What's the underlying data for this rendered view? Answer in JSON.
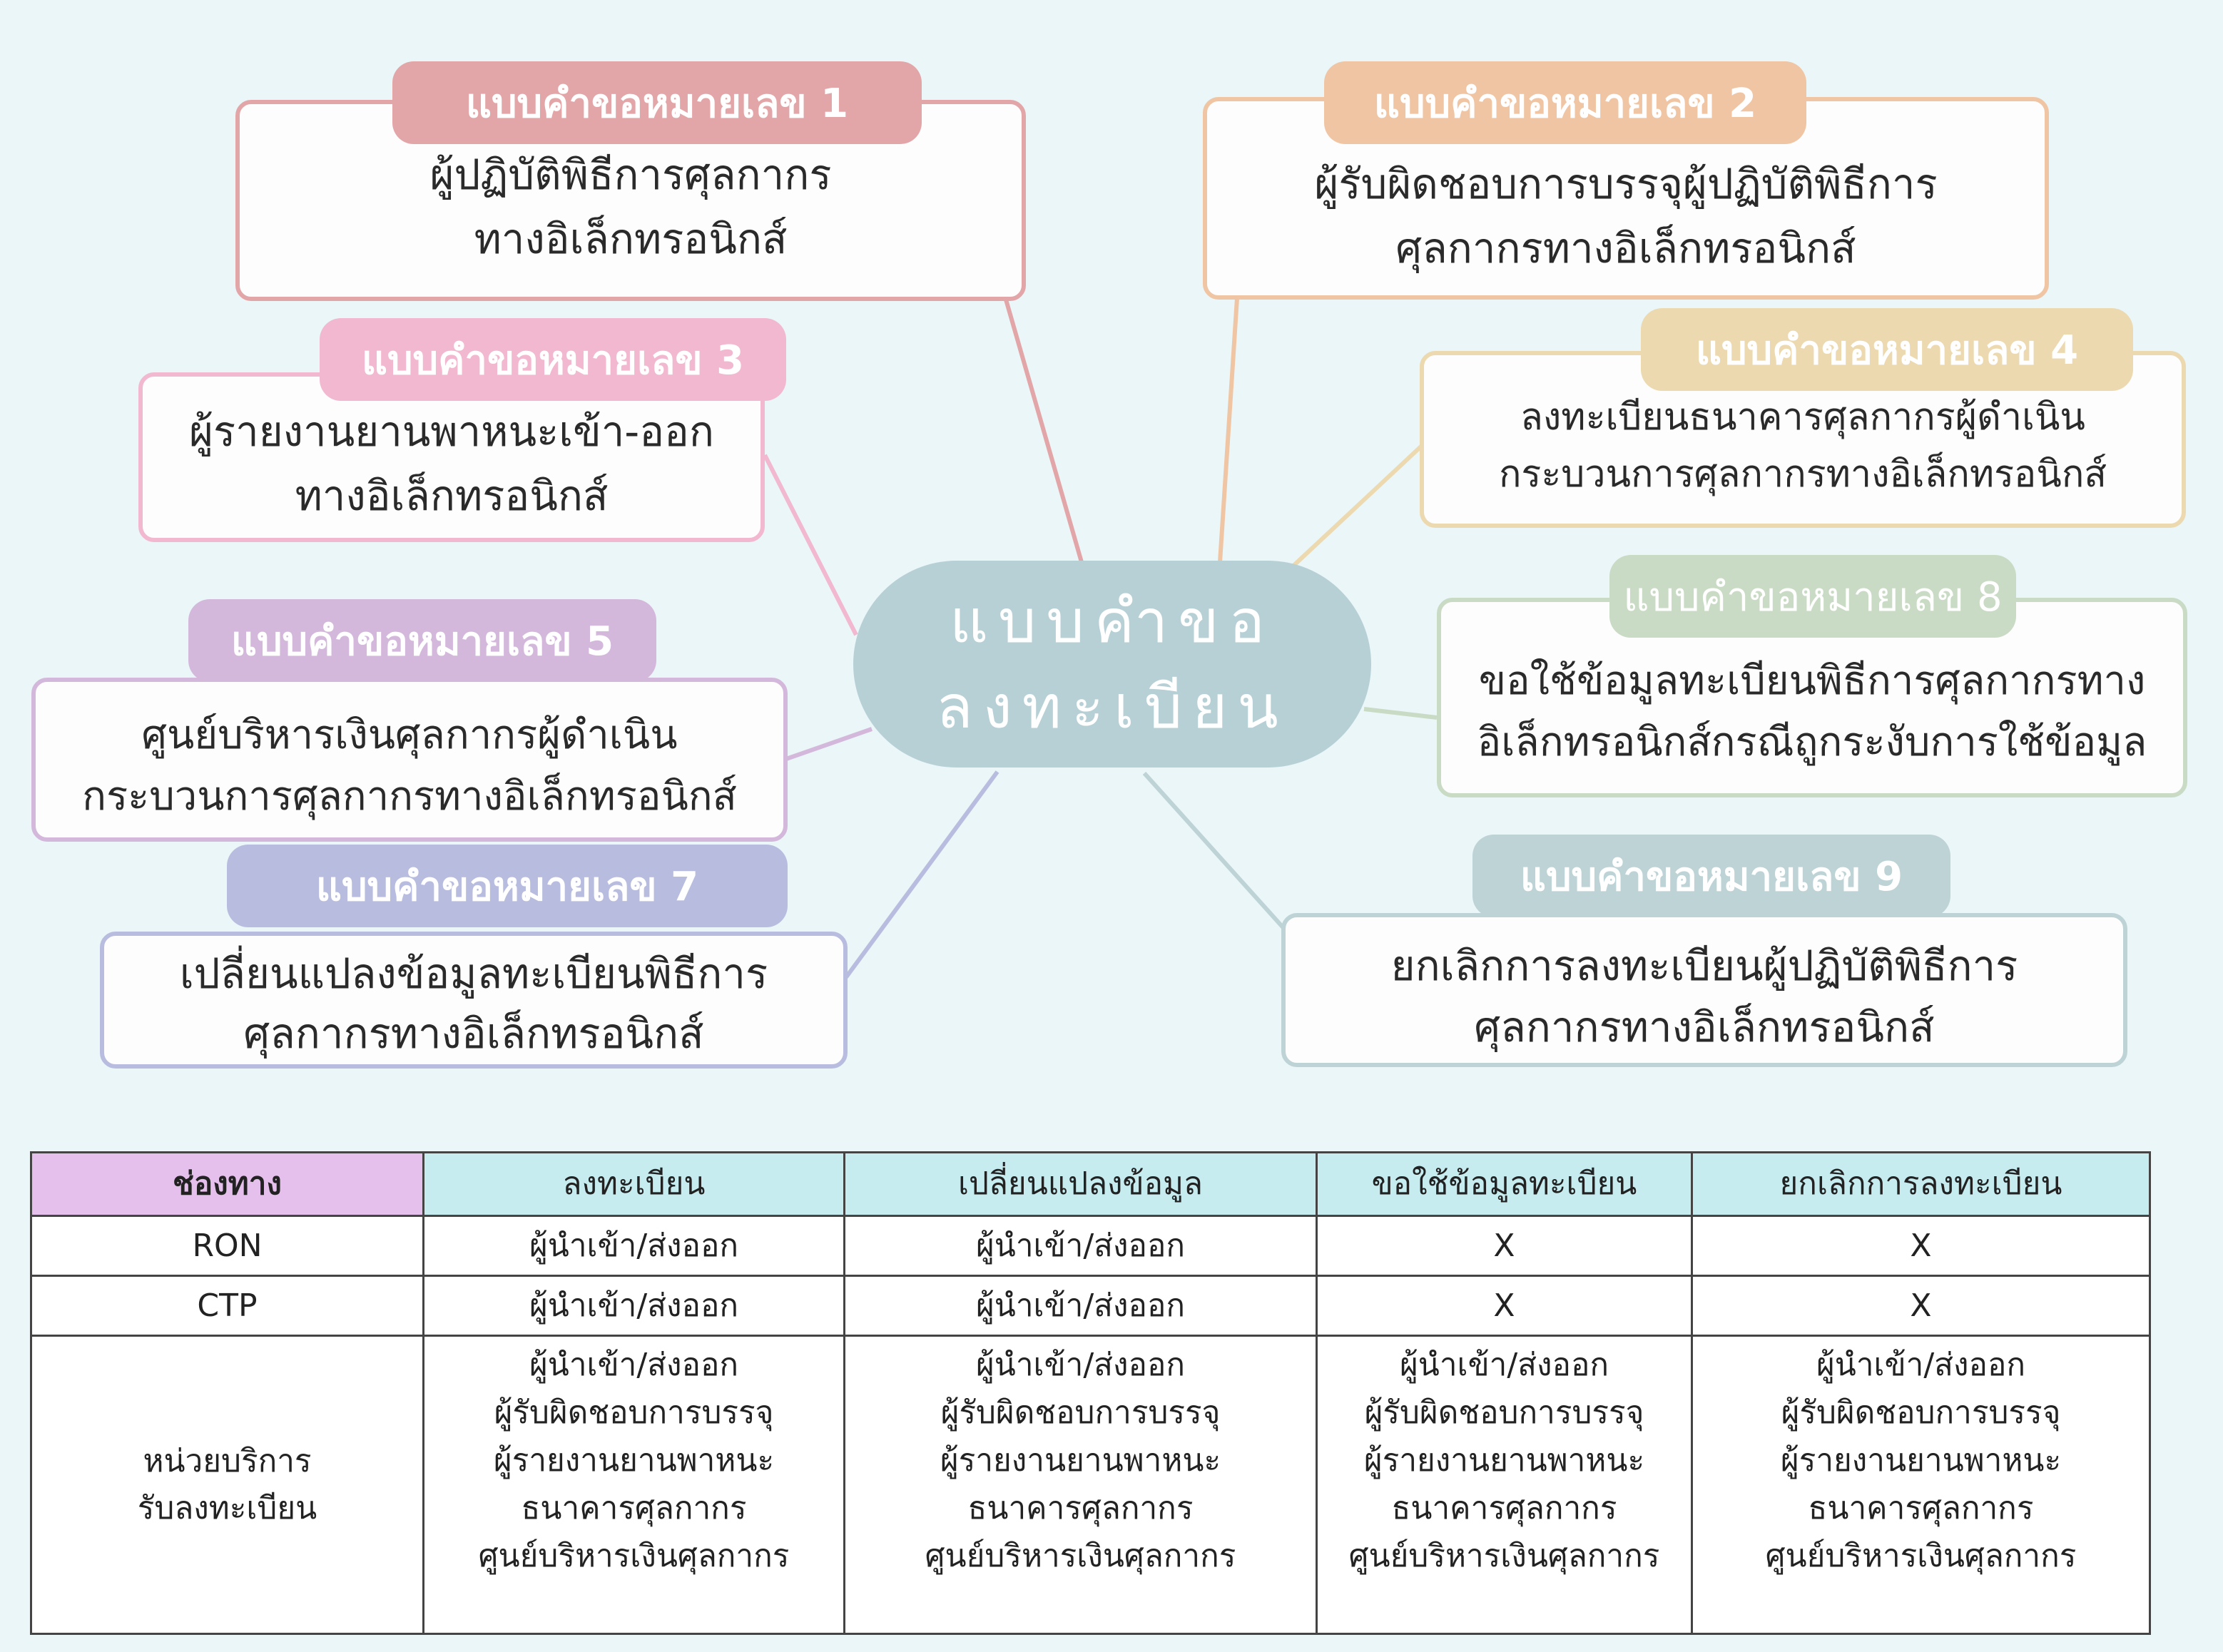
{
  "center": {
    "line1": "แบบคำขอ",
    "line2": "ลงทะเบียน",
    "color": "#b7d0d5"
  },
  "forms": [
    {
      "tag": "แบบคำขอหมายเลข 1",
      "line1": "ผู้ปฏิบัติพิธีการศุลกากร",
      "line2": "ทางอิเล็กทรอนิกส์",
      "color": "#e3a6a8"
    },
    {
      "tag": "แบบคำขอหมายเลข 2",
      "line1": "ผู้รับผิดชอบการบรรจุผู้ปฏิบัติพิธีการ",
      "line2": "ศุลกากรทางอิเล็กทรอนิกส์",
      "color": "#efc5a4"
    },
    {
      "tag": "แบบคำขอหมายเลข 3",
      "line1": "ผู้รายงานยานพาหนะเข้า-ออก",
      "line2": "ทางอิเล็กทรอนิกส์",
      "color": "#f1b8cf"
    },
    {
      "tag": "แบบคำขอหมายเลข 4",
      "line1": "ลงทะเบียนธนาคารศุลกากรผู้ดำเนิน",
      "line2": "กระบวนการศุลกากรทางอิเล็กทรอนิกส์",
      "color": "#ecd9b0"
    },
    {
      "tag": "แบบคำขอหมายเลข 5",
      "line1": "ศูนย์บริหารเงินศุลกากรผู้ดำเนิน",
      "line2": "กระบวนการศุลกากรทางอิเล็กทรอนิกส์",
      "color": "#d4b8dc"
    },
    {
      "tag": "แบบคำขอหมายเลข 8",
      "line1": "ขอใช้ข้อมูลทะเบียนพิธีการศุลกากรทาง",
      "line2": "อิเล็กทรอนิกส์กรณีถูกระงับการใช้ข้อมูล",
      "color": "#c9dbc4"
    },
    {
      "tag": "แบบคำขอหมายเลข 7",
      "line1": "เปลี่ยนแปลงข้อมูลทะเบียนพิธีการ",
      "line2": "ศุลกากรทางอิเล็กทรอนิกส์",
      "color": "#b8bddf"
    },
    {
      "tag": "แบบคำขอหมายเลข 9",
      "line1": "ยกเลิกการลงทะเบียนผู้ปฏิบัติพิธีการ",
      "line2": "ศุลกากรทางอิเล็กทรอนิกส์",
      "color": "#bdd3d6"
    }
  ],
  "table": {
    "headers": [
      "ช่องทาง",
      "ลงทะเบียน",
      "เปลี่ยนแปลงข้อมูล",
      "ขอใช้ข้อมูลทะเบียน",
      "ยกเลิกการลงทะเบียน"
    ],
    "rows": [
      [
        "RON",
        "ผู้นำเข้า/ส่งออก",
        "ผู้นำเข้า/ส่งออก",
        "X",
        "X"
      ],
      [
        "CTP",
        "ผู้นำเข้า/ส่งออก",
        "ผู้นำเข้า/ส่งออก",
        "X",
        "X"
      ]
    ],
    "service_row": {
      "label_line1": "หน่วยบริการ",
      "label_line2": "รับลงทะเบียน",
      "items": [
        "ผู้นำเข้า/ส่งออก",
        "ผู้รับผิดชอบการบรรจุ",
        "ผู้รายงานยานพาหนะ",
        "ธนาคารศุลกากร",
        "ศูนย์บริหารเงินศุลกากร"
      ]
    }
  }
}
